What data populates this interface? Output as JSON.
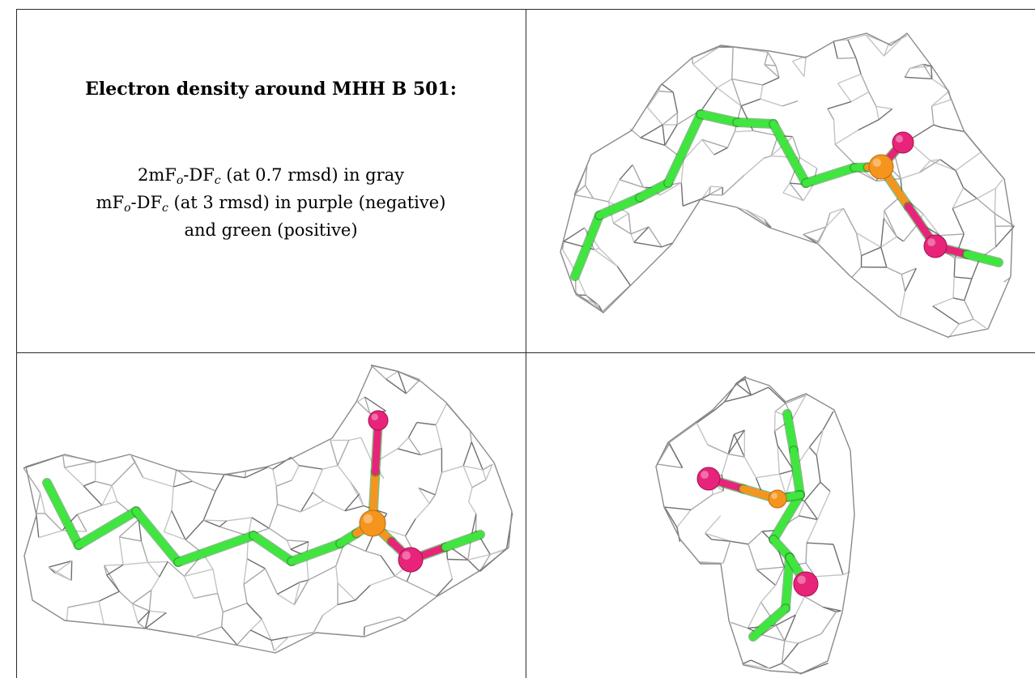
{
  "panel": {
    "title": "Electron density around MHH B 501:",
    "line1": {
      "a": "2mF",
      "a_sub": "o",
      "b": "-DF",
      "b_sub": "c",
      "rest": " (at 0.7 rmsd) in gray"
    },
    "line2": {
      "a": "mF",
      "a_sub": "o",
      "b": "-DF",
      "b_sub": "c",
      "rest": " (at 3 rmsd) in purple (negative)"
    },
    "line3": "and green (positive)"
  },
  "colors": {
    "mesh": "#9a9a9a",
    "carbon": "#3ee63e",
    "phosphorus": "#f5951e",
    "oxygen": "#e8247a",
    "border": "#2a2a2a"
  },
  "views": [
    {
      "name": "view-top-right"
    },
    {
      "name": "view-bottom-left"
    },
    {
      "name": "view-bottom-right"
    }
  ]
}
